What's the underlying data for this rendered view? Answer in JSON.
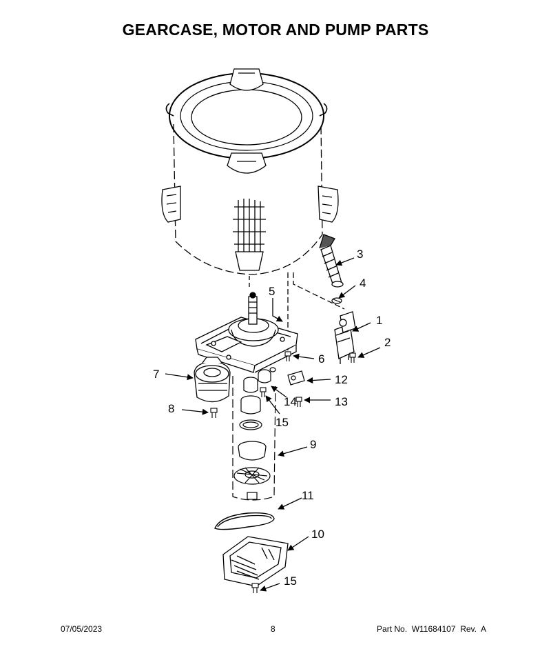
{
  "title": "GEARCASE, MOTOR AND PUMP PARTS",
  "footer": {
    "date": "07/05/2023",
    "page": "8",
    "part_number": "Part No.  W11684107  Rev.  A"
  },
  "callouts": {
    "c1": "1",
    "c2": "2",
    "c3": "3",
    "c4": "4",
    "c5": "5",
    "c6": "6",
    "c7": "7",
    "c8": "8",
    "c9": "9",
    "c10": "10",
    "c11": "11",
    "c12": "12",
    "c13": "13",
    "c14": "14",
    "c15a": "15",
    "c15b": "15"
  }
}
